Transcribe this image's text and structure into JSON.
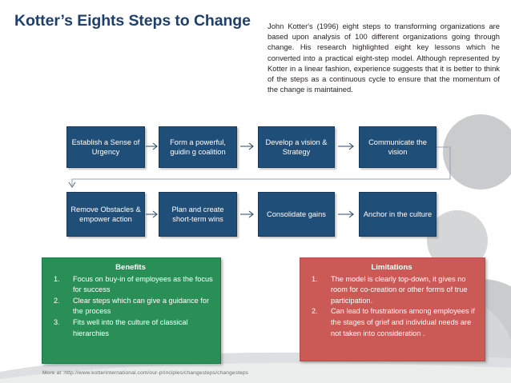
{
  "slide": {
    "title": "Kotter’s Eights Steps to Change",
    "intro": "John Kotter's (1996) eight steps to transforming organizations are based upon analysis of 100 different organizations going through change. His research highlighted eight key lessons which he converted into a practical eight-step model. Although represented by Kotter in a linear fashion, experience suggests that it is better to think of the steps as a continuous cycle to ensure that the momentum of the change is maintained.",
    "footer": "More at :http://www.kotterinternational.com/our-principles/changesteps/changesteps"
  },
  "colors": {
    "title": "#20406c",
    "step_box": "#1f4e79",
    "benefits_panel": "#2a8f56",
    "limitations_panel": "#cb5a56",
    "arrow": "#2a4a6b",
    "decor_grey": "#c9cbcd",
    "text_body": "#231f20"
  },
  "process": {
    "row1": [
      {
        "label": "Establish a Sense of Urgency"
      },
      {
        "label": "Form a powerful, guidin g coalition"
      },
      {
        "label": "Develop a vision & Strategy"
      },
      {
        "label": "Communicate the vision"
      }
    ],
    "row2": [
      {
        "label": "Remove Obstacles & empower action"
      },
      {
        "label": "Plan and create short-term wins"
      },
      {
        "label": "Consolidate gains"
      },
      {
        "label": "Anchor in the culture"
      }
    ]
  },
  "benefits": {
    "heading": "Benefits",
    "items": [
      "Focus on buy-in of employees as the focus for success",
      "Clear steps which can give a guidance for the process",
      "Fits well into the culture of classical hierarchies"
    ]
  },
  "limitations": {
    "heading": "Limitations",
    "items": [
      "The model is clearly top-down, it gives no room for co-creation or other forms of true participation.",
      "Can lead to  frustrations among employees if the stages of grief and individual needs are not taken into consideration ."
    ]
  }
}
